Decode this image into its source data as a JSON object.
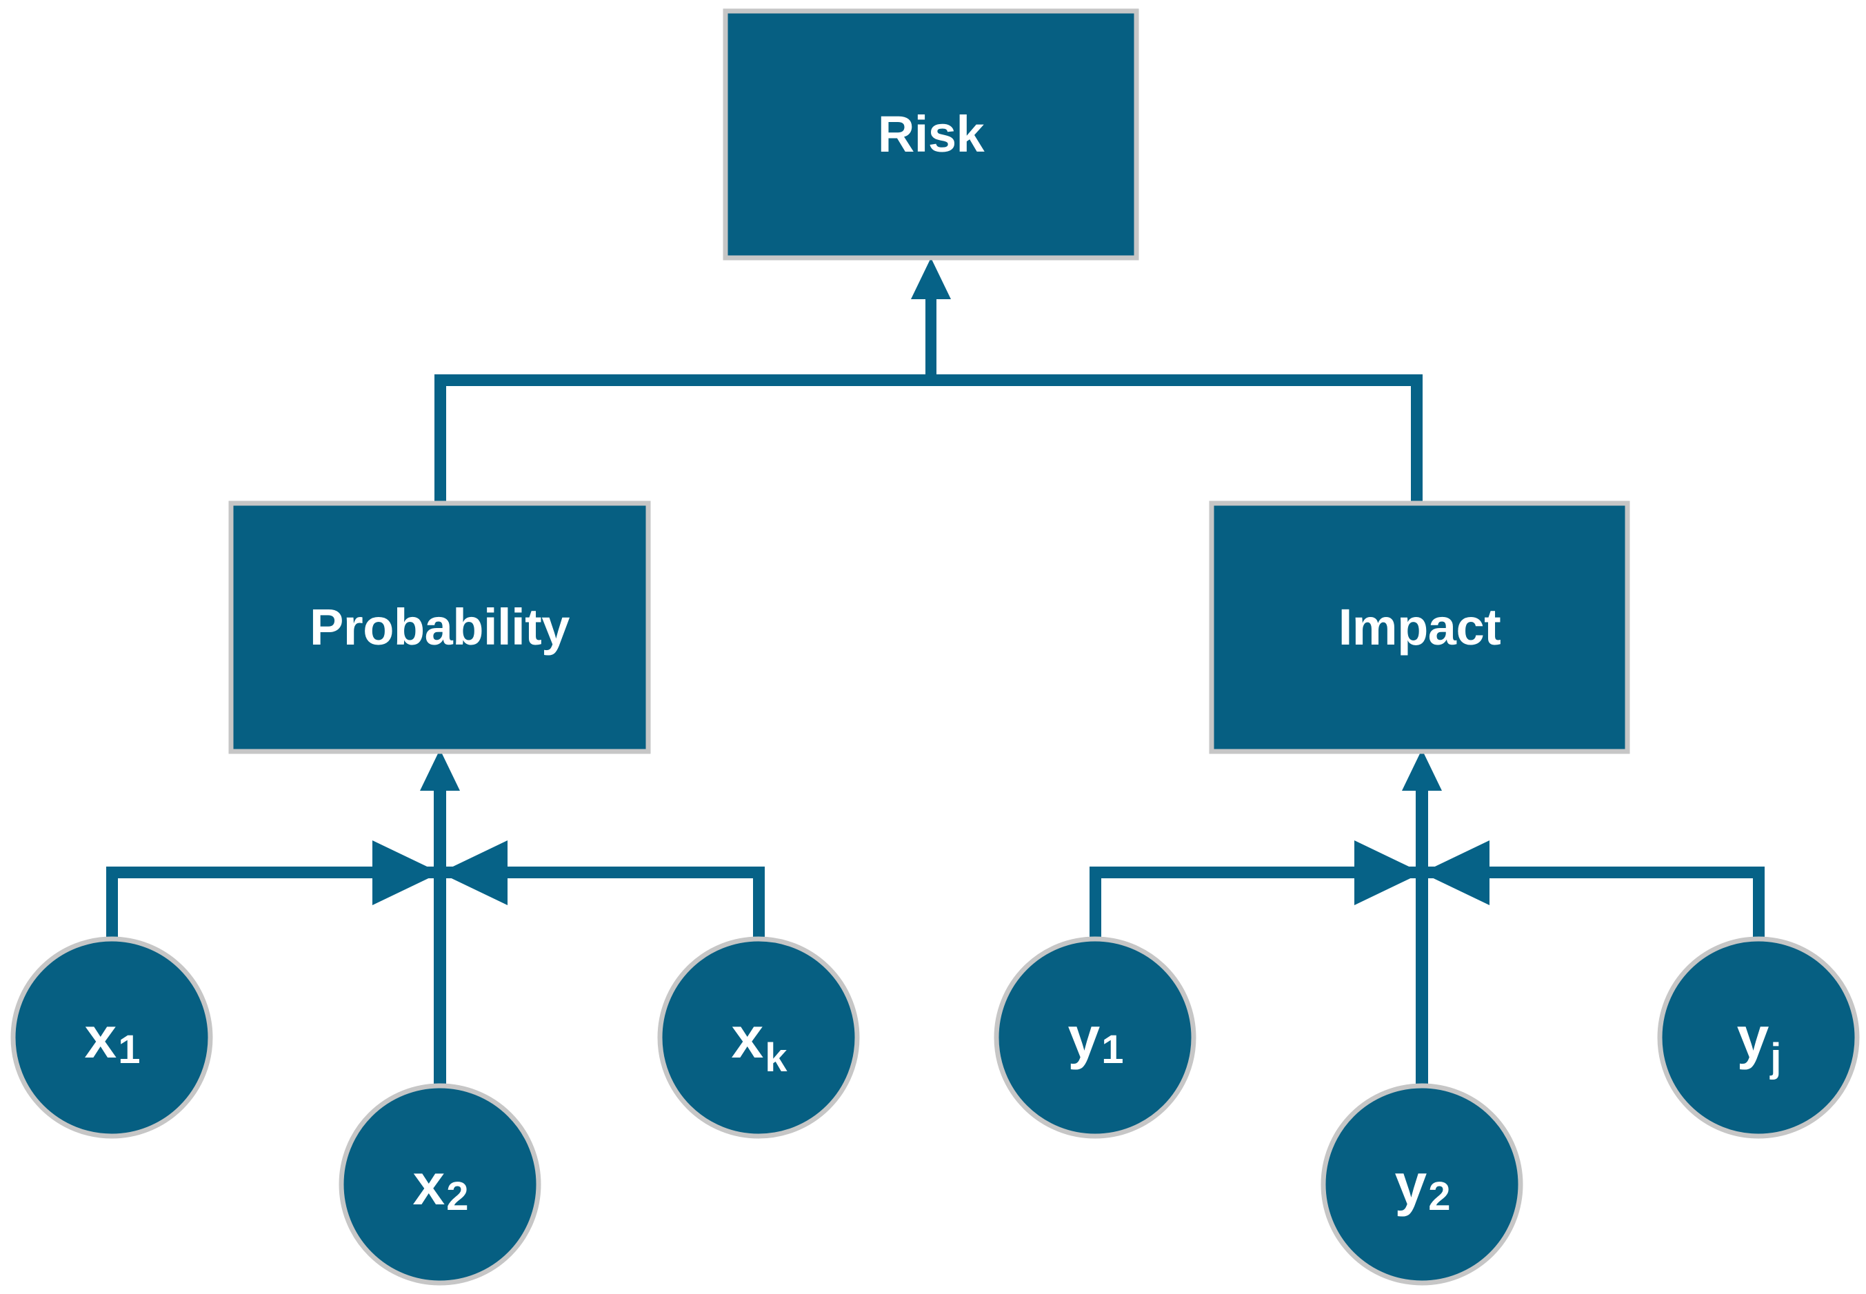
{
  "diagram": {
    "title": "Risk Decomposition Diagram",
    "type": "hierarchy-tree",
    "colors": {
      "fill": "#065F82",
      "stroke": "#C6C6C6",
      "connector": "#066287",
      "text": "#FFFFFF",
      "background": "#FFFFFF"
    },
    "nodes": {
      "risk": {
        "label": "Risk",
        "shape": "rectangle",
        "level": 0
      },
      "probability": {
        "label": "Probability",
        "shape": "rectangle",
        "level": 1
      },
      "impact": {
        "label": "Impact",
        "shape": "rectangle",
        "level": 1
      },
      "x1": {
        "base": "x",
        "subscript": "1",
        "shape": "circle",
        "level": 2
      },
      "x2": {
        "base": "x",
        "subscript": "2",
        "shape": "circle",
        "level": 2
      },
      "xk": {
        "base": "x",
        "subscript": "k",
        "shape": "circle",
        "level": 2
      },
      "y1": {
        "base": "y",
        "subscript": "1",
        "shape": "circle",
        "level": 2
      },
      "y2": {
        "base": "y",
        "subscript": "2",
        "shape": "circle",
        "level": 2
      },
      "yj": {
        "base": "y",
        "subscript": "j",
        "shape": "circle",
        "level": 2
      }
    },
    "edges": [
      {
        "from": "probability",
        "to": "risk",
        "arrow": "up"
      },
      {
        "from": "impact",
        "to": "risk",
        "arrow": "up"
      },
      {
        "from": "x1",
        "to": "probability",
        "arrow": "junction-right"
      },
      {
        "from": "x2",
        "to": "probability",
        "arrow": "up"
      },
      {
        "from": "xk",
        "to": "probability",
        "arrow": "junction-left"
      },
      {
        "from": "y1",
        "to": "impact",
        "arrow": "junction-right"
      },
      {
        "from": "y2",
        "to": "impact",
        "arrow": "up"
      },
      {
        "from": "yj",
        "to": "impact",
        "arrow": "junction-left"
      }
    ]
  }
}
